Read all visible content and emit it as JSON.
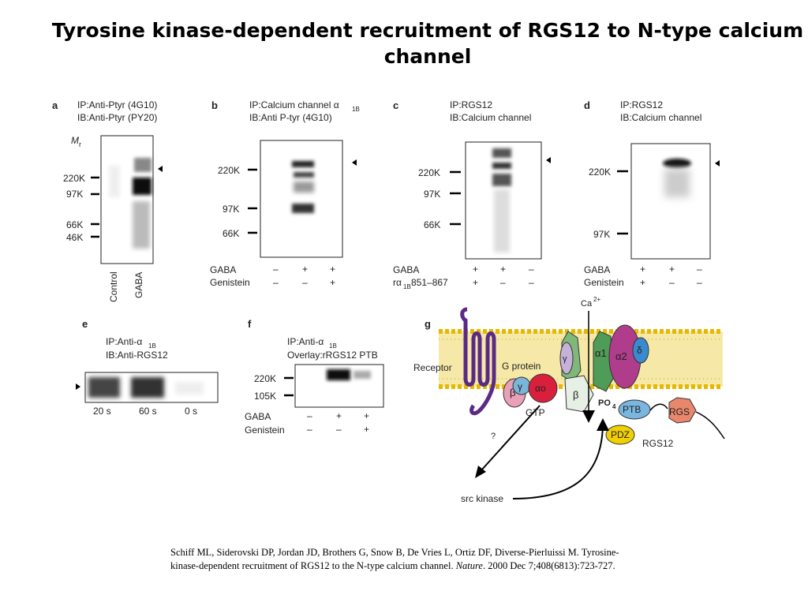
{
  "slide": {
    "title": "Tyrosine kinase-dependent recruitment of RGS12 to N-type calcium channel"
  },
  "panels": {
    "a": {
      "letter": "a",
      "ip": "IP:Anti-Ptyr (4G10)",
      "ib": "IB:Anti-Ptyr (PY20)",
      "mr": "M",
      "mr_sub": "r",
      "markers": [
        "220K",
        "97K",
        "66K",
        "46K"
      ],
      "lanes": [
        "Control",
        "GABA"
      ]
    },
    "b": {
      "letter": "b",
      "ip": "IP:Calcium channel α",
      "ip_sub": "1B",
      "ib": "IB:Anti P-tyr (4G10)",
      "markers": [
        "220K",
        "97K",
        "66K"
      ],
      "row1_label": "GABA",
      "row1": [
        "–",
        "+",
        "+"
      ],
      "row2_label": "Genistein",
      "row2": [
        "–",
        "–",
        "+"
      ]
    },
    "c": {
      "letter": "c",
      "ip": "IP:RGS12",
      "ib": "IB:Calcium channel",
      "markers": [
        "220K",
        "97K",
        "66K"
      ],
      "row1_label": "GABA",
      "row1": [
        "+",
        "+",
        "–"
      ],
      "row2_label": "rα",
      "row2_sub": "1B",
      "row2_suffix": " 851–867",
      "row2": [
        "+",
        "–",
        "–"
      ]
    },
    "d": {
      "letter": "d",
      "ip": "IP:RGS12",
      "ib": "IB:Calcium channel",
      "markers": [
        "220K",
        "97K"
      ],
      "row1_label": "GABA",
      "row1": [
        "+",
        "+",
        "–"
      ],
      "row2_label": "Genistein",
      "row2": [
        "+",
        "–",
        "–"
      ]
    },
    "e": {
      "letter": "e",
      "ip": "IP:Anti-α",
      "ip_sub": "1B",
      "ib": "IB:Anti-RGS12",
      "lanes": [
        "20 s",
        "60 s",
        "0 s"
      ]
    },
    "f": {
      "letter": "f",
      "ip": "IP:Anti-α",
      "ip_sub": "1B",
      "ib": "Overlay:rRGS12 PTB",
      "markers": [
        "220K",
        "105K"
      ],
      "row1_label": "GABA",
      "row1": [
        "–",
        "+",
        "+"
      ],
      "row2_label": "Genistein",
      "row2": [
        "–",
        "–",
        "+"
      ]
    },
    "g": {
      "letter": "g",
      "receptor": "Receptor",
      "gprotein": "G protein",
      "gtp": "GTP",
      "beta": "β",
      "gamma": "γ",
      "alpha_o": "αo",
      "alpha1": "α1",
      "alpha2": "α2",
      "delta": "δ",
      "ca": "Ca",
      "ca_sup": "2+",
      "po4": "PO",
      "po4_sub": "4",
      "ptb": "PTB",
      "rgs": "RGS",
      "pdz": "PDZ",
      "rgs12": "RGS12",
      "question": "?",
      "src": "src kinase"
    }
  },
  "citation": {
    "authors": "Schiff ML, Siderovski DP, Jordan JD, Brothers G, Snow B, De Vries L, Ortiz DF, Diverse-Pierluissi M. Tyrosine-kinase-dependent recruitment of RGS12 to the N-type calcium channel.",
    "journal": "Nature",
    "rest": ". 2000 Dec 7;408(6813):723-727."
  }
}
